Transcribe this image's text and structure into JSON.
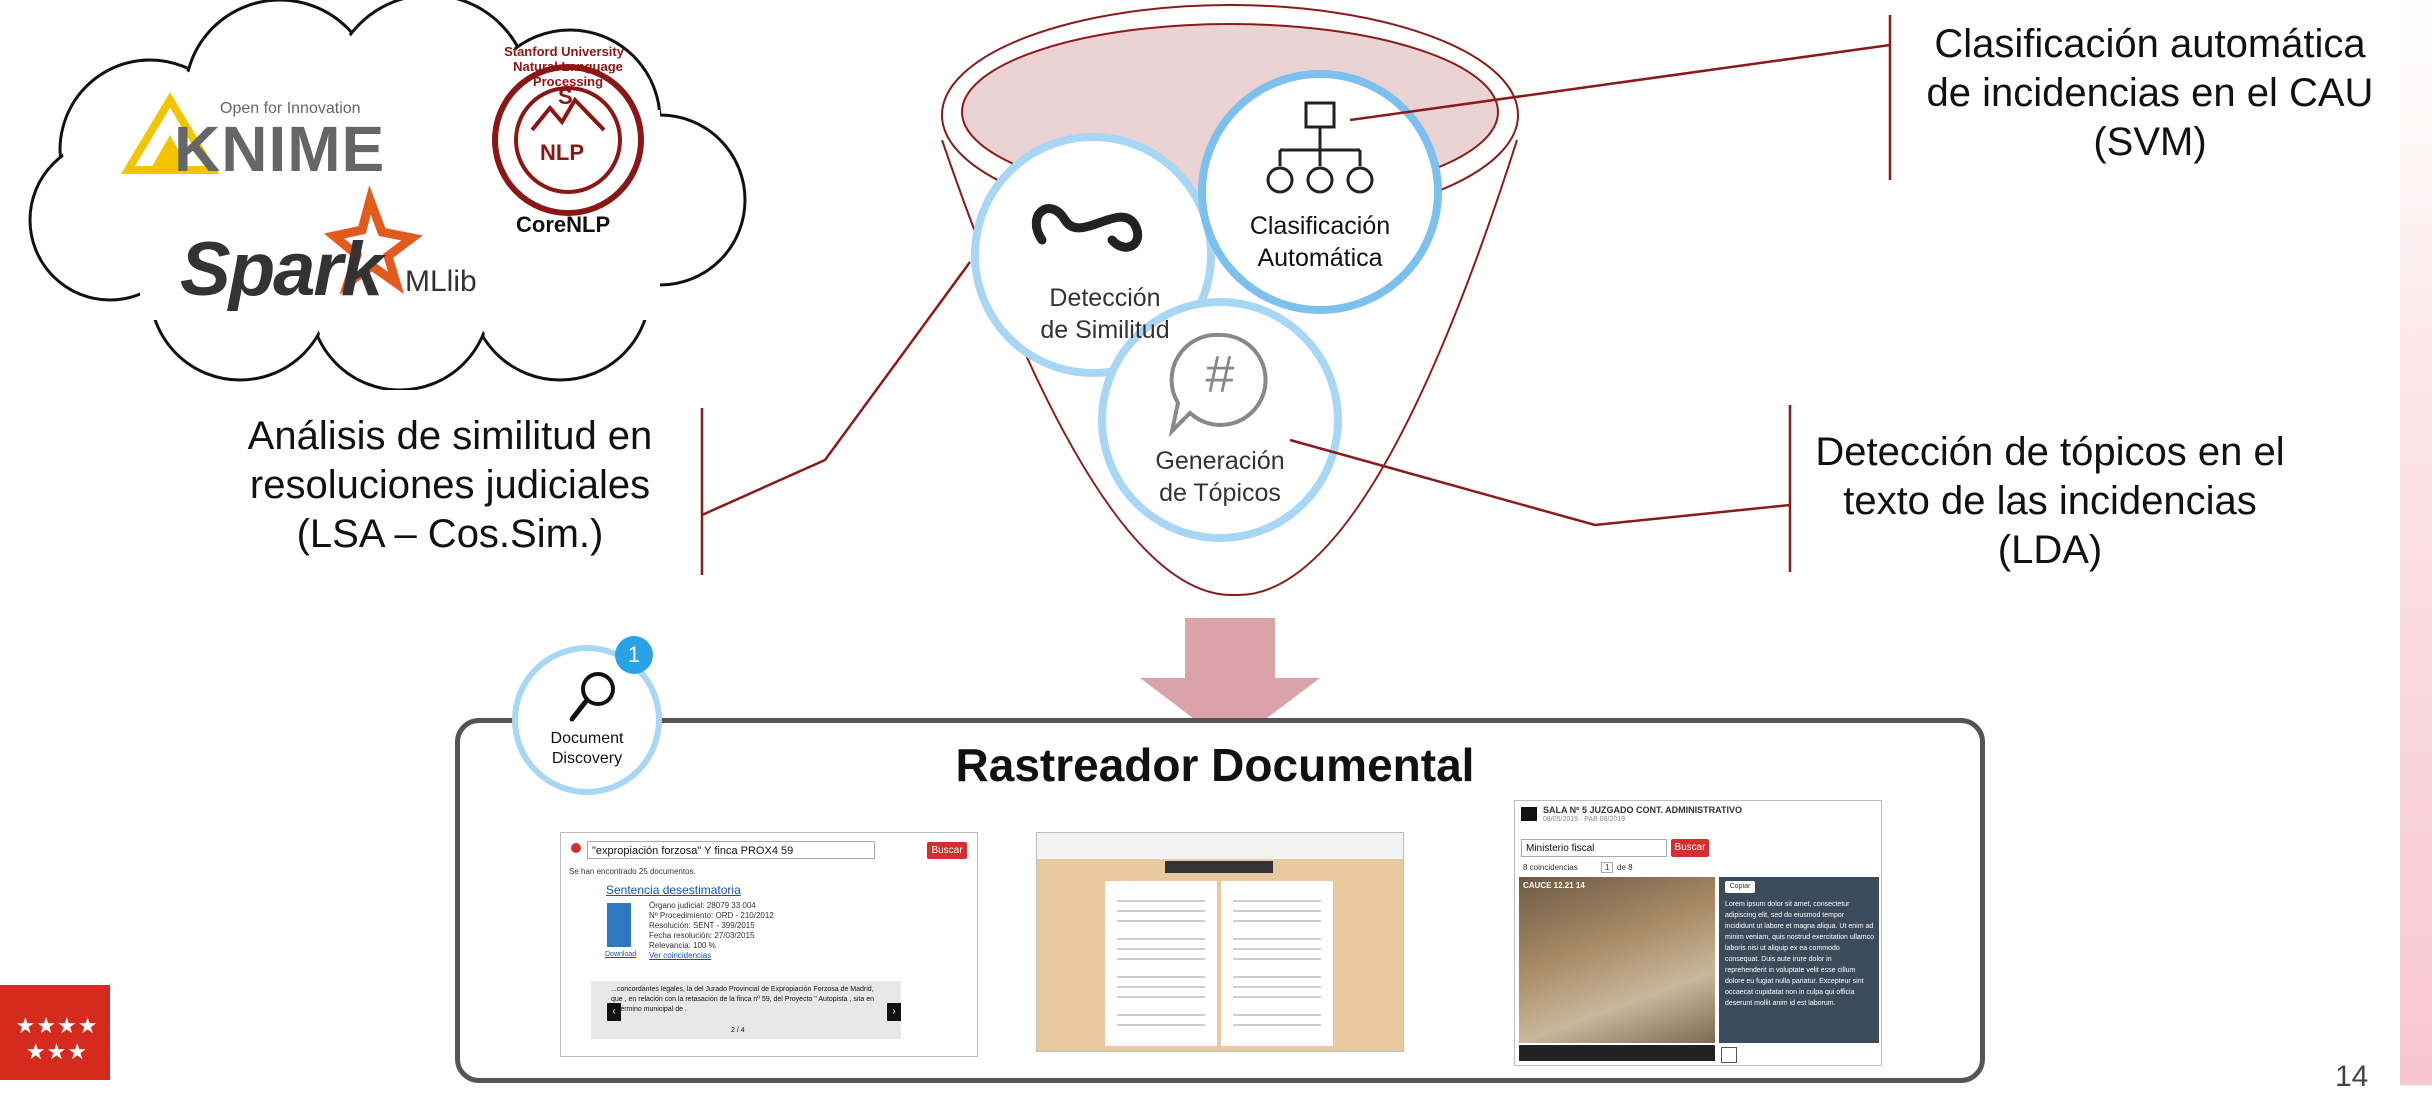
{
  "cloud": {
    "knime_tagline": "Open for Innovation",
    "knime_name": "KNIME",
    "stanford_ring": "Stanford University · Natural Language Processing",
    "stanford_center": "NLP",
    "stanford_s": "S",
    "corenlp": "CoreNLP",
    "spark": "Spark",
    "mllib": "MLlib"
  },
  "funnel": {
    "similarity": "Detección\nde Similitud",
    "classification": "Clasificación\nAutomática",
    "topics": "Generación\nde Tópicos",
    "topics_symbol": "#"
  },
  "captions": {
    "classification": "Clasificación automática\nde incidencias en el CAU\n(SVM)",
    "similarity": "Análisis de similitud en\nresoluciones judiciales\n(LSA – Cos.Sim.)",
    "topics": "Detección de tópicos en el\ntexto de las incidencias\n(LDA)"
  },
  "document_discovery": {
    "label": "Document\nDiscovery",
    "badge": "1"
  },
  "rastreador": {
    "title": "Rastreador Documental"
  },
  "search_shot": {
    "query": "\"expropiación forzosa\" Y finca PROX4 59",
    "button": "Buscar",
    "found": "Se han encontrado 25 documentos.",
    "result_title": "Sentencia desestimatoria",
    "meta": [
      "Órgano judicial: 28079 33 004",
      "Nº Procedimiento: ORD - 210/2012",
      "Resolución: SENT - 399/2015",
      "Fecha resolución: 27/03/2015",
      "Relevancia: 100 %",
      "Ver coincidencias"
    ],
    "download": "Download",
    "snippet": "...concordantes legales, la del Jurado Provincial de Expropiación Forzosa de Madrid, que , en relación con la retasación de la finca nº 59, del Proyecto \" Autopista , sita en el término municipal de .",
    "pager": "2 / 4"
  },
  "video_shot": {
    "header": "SALA Nº 5 JUZGADO CONT. ADMINISTRATIVO",
    "subheader": "08/05/2019 · PAB 08/2019",
    "search_value": "Ministerio fiscal",
    "button": "Buscar",
    "matches": "8 coincidencias",
    "page": "1",
    "of": "de 8",
    "copy": "Copiar",
    "transcript": "Lorem ipsum dolor sit amet, consectetur adipiscing elit, sed do eiusmod tempor incididunt ut labore et magna aliqua. Ut enim ad minim veniam, quis nostrud exercitation ullamco laboris nisi ut aliquip ex ea commodo consequat. Duis aute irure dolor in reprehenderit in voluptate velit esse cillum dolore eu fugiat nulla pariatur. Excepteur sint occaecat cupidatat non in culpa qui officia deserunt mollit anim id est laborum.",
    "video_status": "CAUCE 12.21 14"
  },
  "page_number": "14",
  "colors": {
    "dark_red": "#8b1a1a",
    "light_blue": "#8ecbf2",
    "arrow_pink": "#d9a3a8",
    "knime_yellow": "#f5c400",
    "spark_orange": "#e25a1c",
    "stanford_red": "#8c1515",
    "badge_blue": "#29a3e6"
  }
}
